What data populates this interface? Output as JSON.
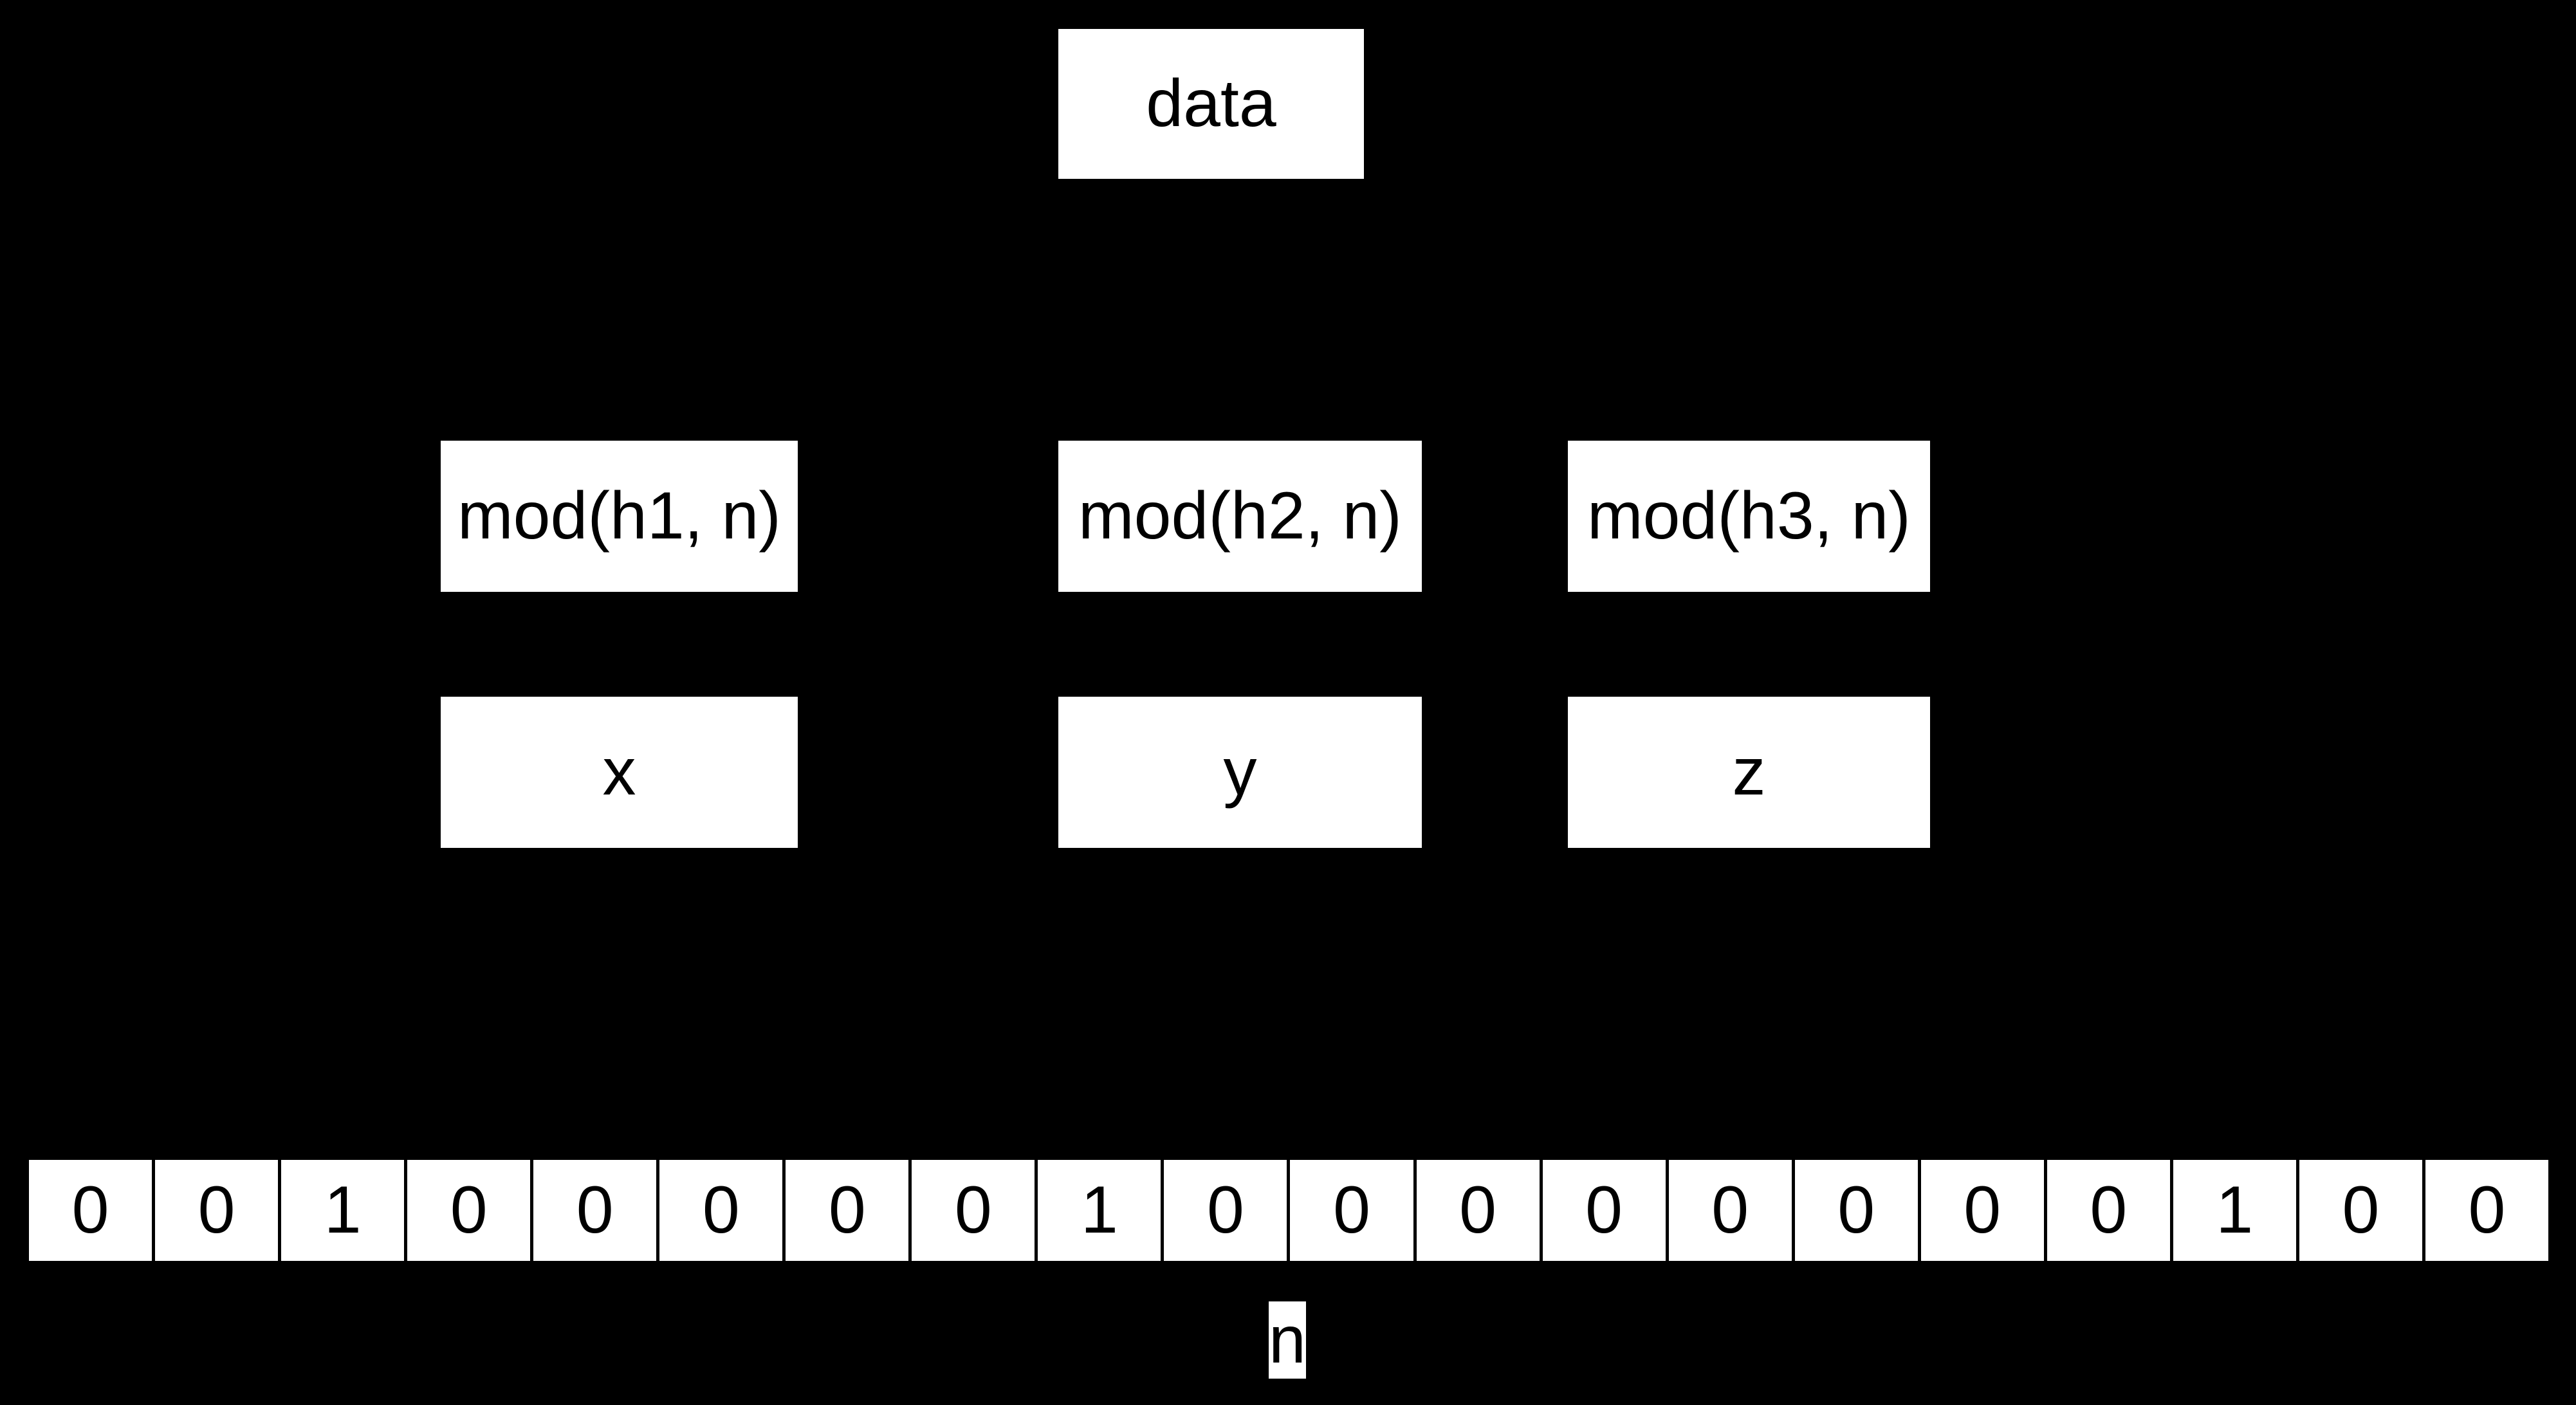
{
  "nodes": {
    "data": {
      "label": "data"
    },
    "h1": {
      "label": "mod(h1, n)"
    },
    "h2": {
      "label": "mod(h2, n)"
    },
    "h3": {
      "label": "mod(h3, n)"
    },
    "x": {
      "label": "x"
    },
    "y": {
      "label": "y"
    },
    "z": {
      "label": "z"
    }
  },
  "bit_array": {
    "cells": [
      "0",
      "0",
      "1",
      "0",
      "0",
      "0",
      "0",
      "0",
      "1",
      "0",
      "0",
      "0",
      "0",
      "0",
      "0",
      "0",
      "0",
      "1",
      "0",
      "0"
    ],
    "size_label": "n"
  },
  "colors": {
    "background": "#000000",
    "node_fill": "#ffffff",
    "node_text": "#000000"
  }
}
